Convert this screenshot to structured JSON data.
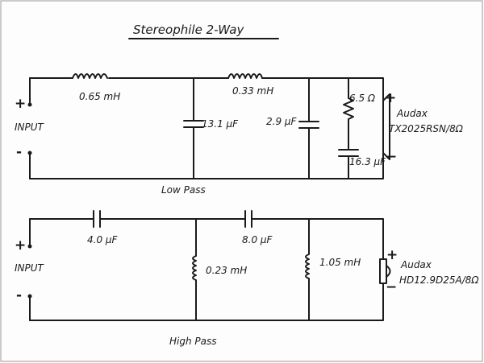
{
  "title": "Stereophile 2-Way",
  "low_pass": {
    "section_label": "Low Pass",
    "input_label": "INPUT",
    "plus": "+",
    "minus": "-",
    "inductor1": "0.65 mH",
    "capacitor1": "13.1 µF",
    "inductor2": "0.33 mH",
    "capacitor2": "2.9 µF",
    "resistor": "6.5 Ω",
    "capacitor3": "16.3 µF",
    "speaker_plus": "+",
    "speaker_minus": "−",
    "speaker_brand": "Audax",
    "speaker_model": "TX2025RSN/8Ω"
  },
  "high_pass": {
    "section_label": "High Pass",
    "input_label": "INPUT",
    "plus": "+",
    "minus": "-",
    "capacitor1": "4.0 µF",
    "inductor1": "0.23 mH",
    "capacitor2": "8.0 µF",
    "inductor2": "1.05 mH",
    "speaker_plus": "+",
    "speaker_minus": "−",
    "speaker_brand": "Audax",
    "speaker_model": "HD12.9D25A/8Ω"
  }
}
